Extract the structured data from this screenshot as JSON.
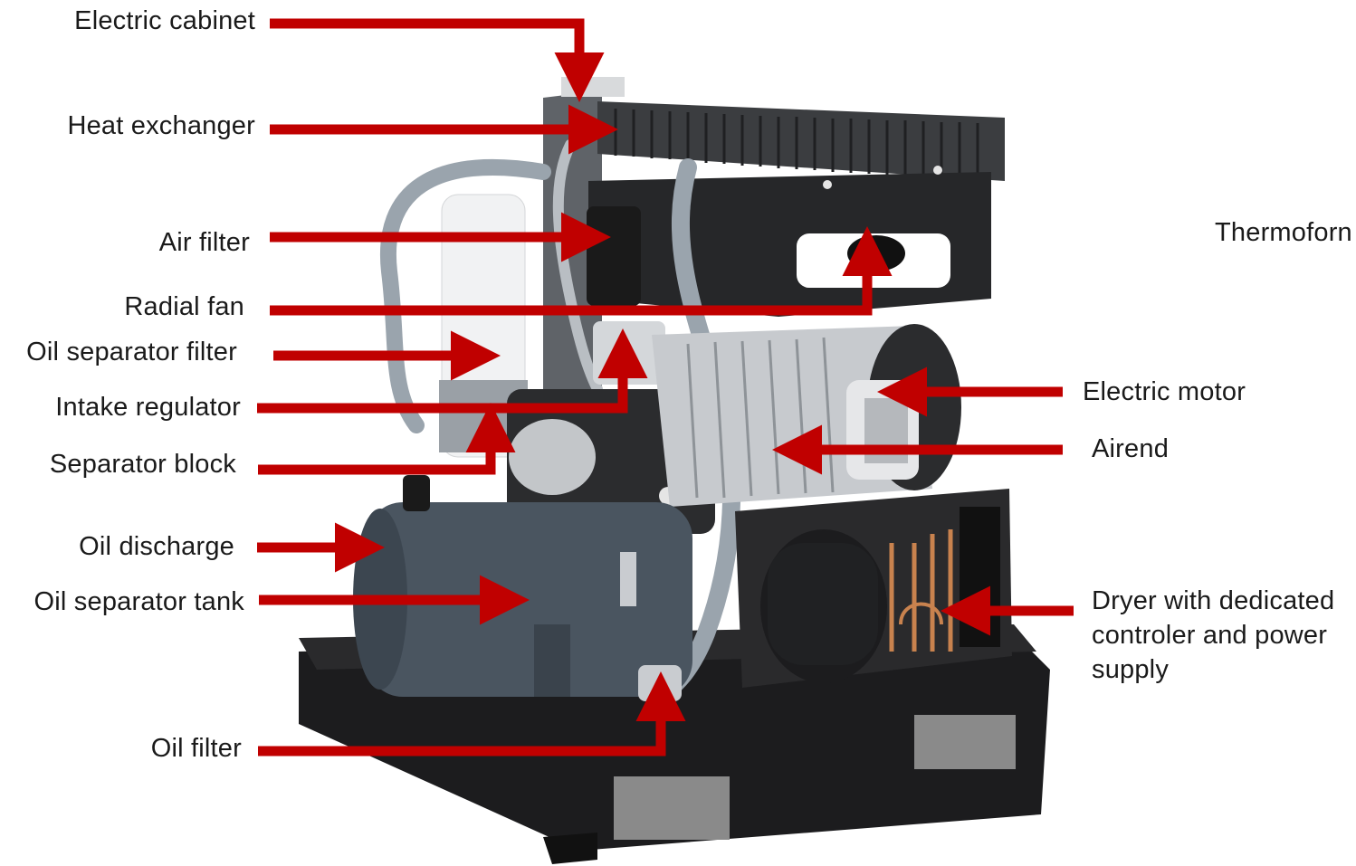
{
  "diagram": {
    "labels": {
      "electric_cabinet": "Electric cabinet",
      "heat_exchanger": "Heat exchanger",
      "air_filter": "Air filter",
      "radial_fan": "Radial fan",
      "oil_separator_filter": "Oil separator filter",
      "intake_regulator": "Intake regulator",
      "separator_block": "Separator block",
      "oil_discharge": "Oil discharge",
      "oil_separator_tank": "Oil separator tank",
      "oil_filter": "Oil filter",
      "electric_motor": "Electric motor",
      "airend": "Airend",
      "dryer": "Dryer with dedicated controler and power supply",
      "thermoform": "Thermoforn"
    },
    "colors": {
      "arrow": "#c00000",
      "frame": "#1c1c1e",
      "tank": "#4a5560",
      "steel": "#c9ccd0",
      "hose": "#9aa4ad"
    }
  }
}
